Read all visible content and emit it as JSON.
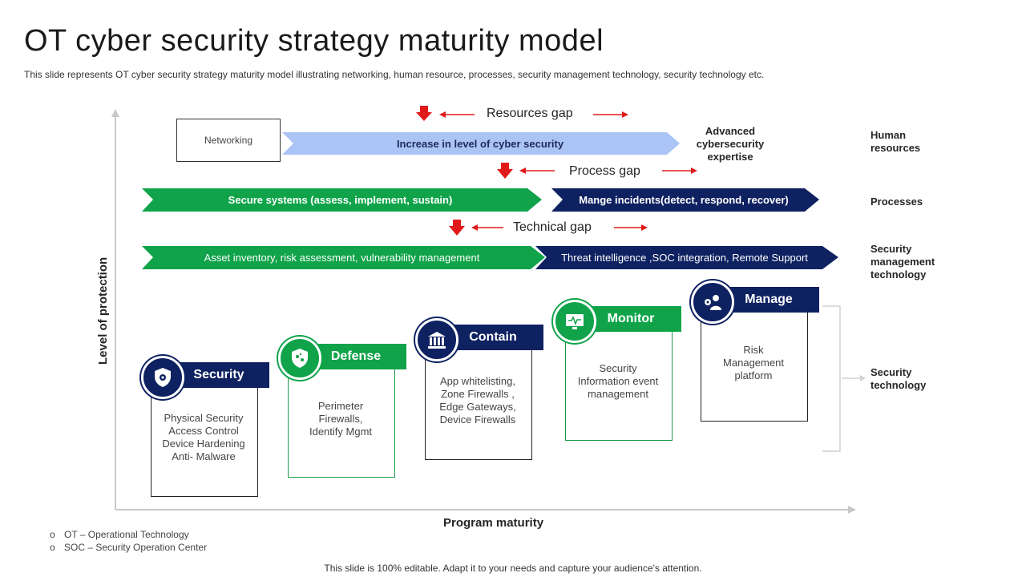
{
  "title": "OT cyber security strategy maturity model",
  "subtitle": "This slide represents OT cyber security strategy maturity model illustrating networking, human resource, processes, security management technology, security technology etc.",
  "gaps": {
    "resources": "Resources gap",
    "process": "Process gap",
    "technical": "Technical gap"
  },
  "rows": {
    "networking": "Networking",
    "human_bar": "Increase in level of cyber security",
    "advanced": "Advanced cybersecurity expertise",
    "secure_systems": "Secure systems  (assess,  implement, sustain)",
    "manage_incidents": "Mange incidents(detect, respond, recover)",
    "asset_inventory": "Asset inventory, risk assessment, vulnerability  management",
    "threat_intel": "Threat  intelligence ,SOC integration, Remote Support"
  },
  "side_labels": {
    "human": "Human resources",
    "processes": "Processes",
    "smt": "Security management technology",
    "st": "Security technology"
  },
  "stages": [
    {
      "name": "Security",
      "lines": [
        "Physical Security",
        "Access Control",
        "Device Hardening",
        "Anti- Malware"
      ],
      "icon": "shield-gear-icon",
      "color": "navy"
    },
    {
      "name": "Defense",
      "lines": [
        "Perimeter",
        "Firewalls,",
        "Identify Mgmt"
      ],
      "icon": "virus-shield-icon",
      "color": "green"
    },
    {
      "name": "Contain",
      "lines": [
        "App whitelisting,",
        "Zone Firewalls ,",
        "Edge Gateways,",
        "Device Firewalls"
      ],
      "icon": "building-icon",
      "color": "navy"
    },
    {
      "name": "Monitor",
      "lines": [
        "Security",
        "Information  event",
        "management"
      ],
      "icon": "monitor-icon",
      "color": "green"
    },
    {
      "name": "Manage",
      "lines": [
        "Risk",
        "Management",
        "platform"
      ],
      "icon": "manager-icon",
      "color": "navy"
    }
  ],
  "axes": {
    "y": "Level of protection",
    "x": "Program maturity"
  },
  "legend": [
    "OT – Operational Technology",
    "SOC – Security Operation  Center"
  ],
  "legend_bullet": "o",
  "footer": "This slide is 100% editable. Adapt it to your needs and capture your audience's attention.",
  "colors": {
    "navy": "#0e2161",
    "green": "#10a34a",
    "light_blue": "#a9c4f5",
    "red": "#e01a1a"
  }
}
